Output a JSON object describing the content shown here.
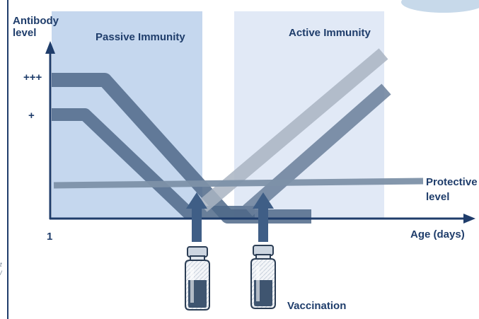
{
  "labels": {
    "ylabel_line1": "Antibody",
    "ylabel_line2": "level",
    "passive": "Passive Immunity",
    "active": "Active Immunity",
    "tick_high": "+++",
    "tick_low": "+",
    "protective_line1": "Protective",
    "protective_line2": "level",
    "xlabel": "Age (days)",
    "x_origin": "1",
    "vaccination": "Vaccination"
  },
  "colors": {
    "passive_region": "#c5d7ee",
    "active_region": "#e1e9f6",
    "maternal_band": "#4f6888",
    "vaccine_band_1": "#a9b4c2",
    "vaccine_band_2": "#6a7f9a",
    "protective_band": "#7d91a8",
    "arrow": "#3f5e86",
    "axis": "#1f3d6b",
    "text": "#1f3d6b"
  }
}
